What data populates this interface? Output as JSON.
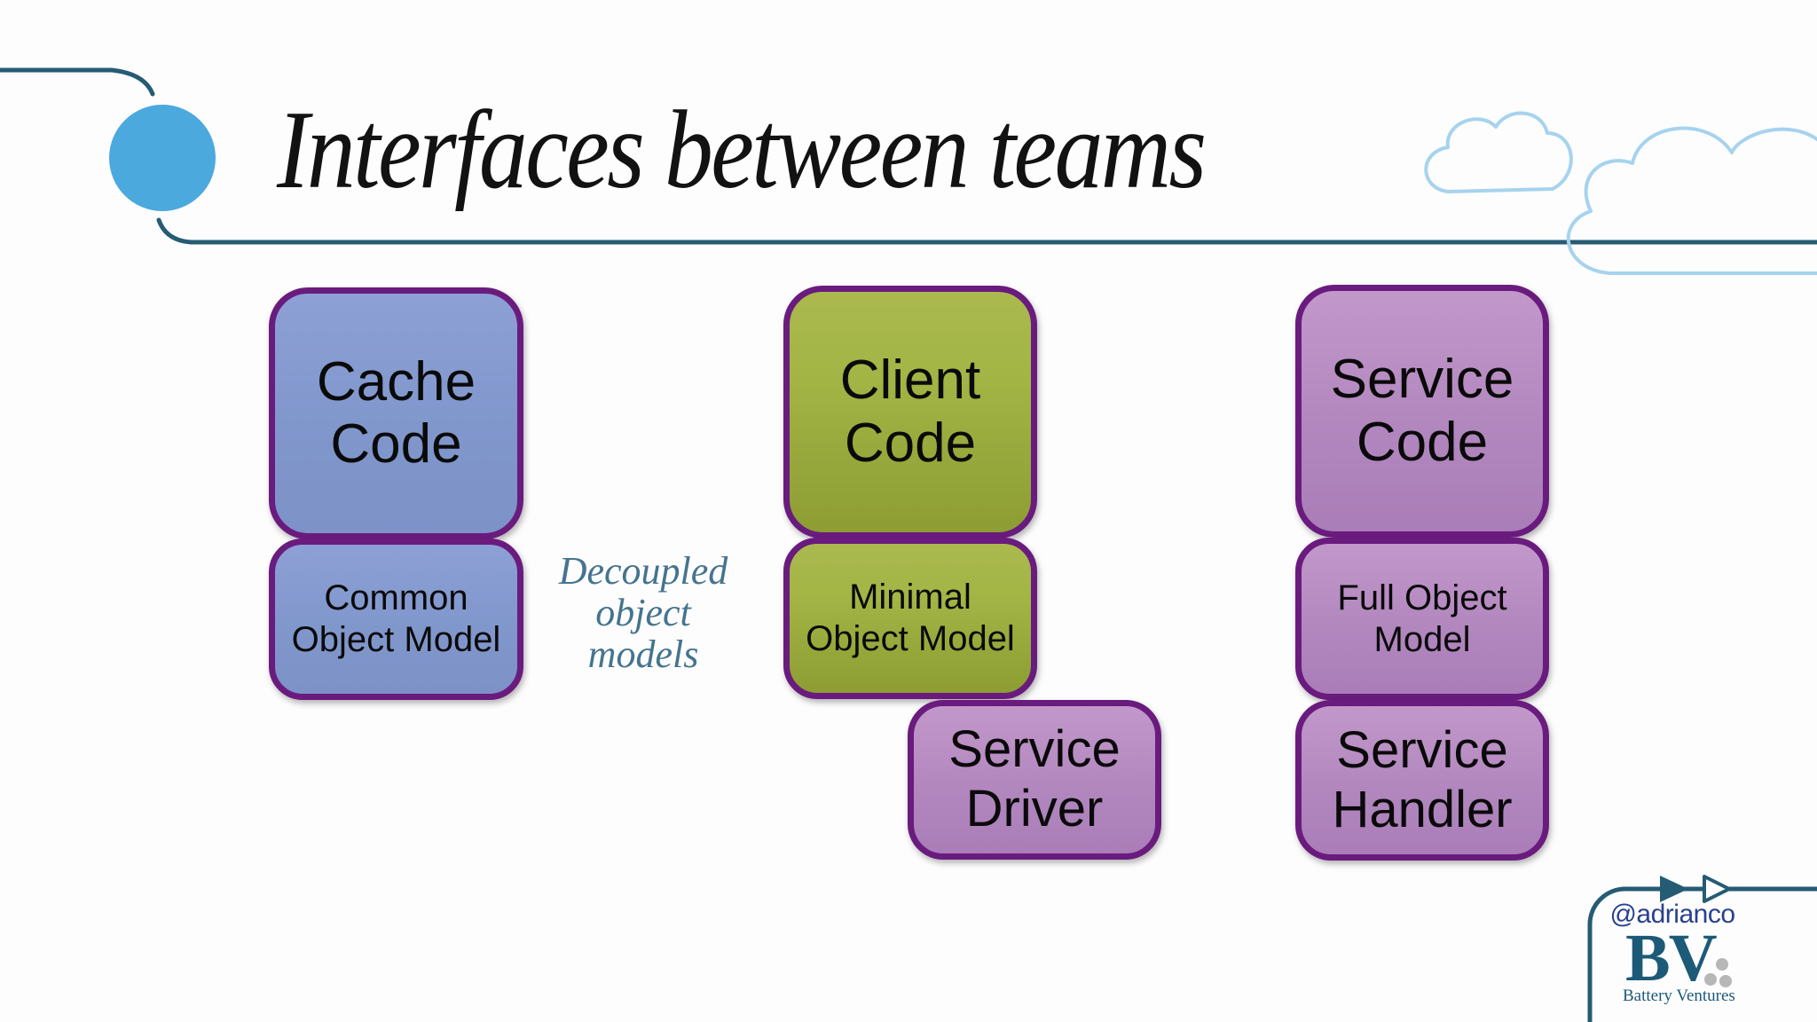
{
  "slide": {
    "title": "Interfaces between teams"
  },
  "diagram": {
    "annotation": {
      "text": "Decoupled\nobject\nmodels",
      "color": "#45748e"
    },
    "box_border_color": "#6a1b7e",
    "palette": {
      "blue_box": "#8097cc",
      "green_box": "#a2b545",
      "purple_box": "#b287be"
    },
    "boxes": [
      {
        "id": "cache-code",
        "label": "Cache\nCode",
        "color": "blue"
      },
      {
        "id": "common-object-model",
        "label": "Common\nObject Model",
        "color": "blue"
      },
      {
        "id": "client-code",
        "label": "Client\nCode",
        "color": "green"
      },
      {
        "id": "minimal-object-model",
        "label": "Minimal\nObject Model",
        "color": "green"
      },
      {
        "id": "service-driver",
        "label": "Service\nDriver",
        "color": "purple"
      },
      {
        "id": "service-code",
        "label": "Service\nCode",
        "color": "purple"
      },
      {
        "id": "full-object-model",
        "label": "Full Object\nModel",
        "color": "purple"
      },
      {
        "id": "service-handler",
        "label": "Service\nHandler",
        "color": "purple"
      }
    ]
  },
  "decor": {
    "accent_circle_color": "#4ba9de",
    "line_color": "#265b74",
    "cloud_outline_color": "#a6d3ee",
    "dots_color": "#b7b7b7"
  },
  "footer": {
    "handle": "@adrianco",
    "logo": "BV",
    "logo_caption": "Battery Ventures"
  }
}
